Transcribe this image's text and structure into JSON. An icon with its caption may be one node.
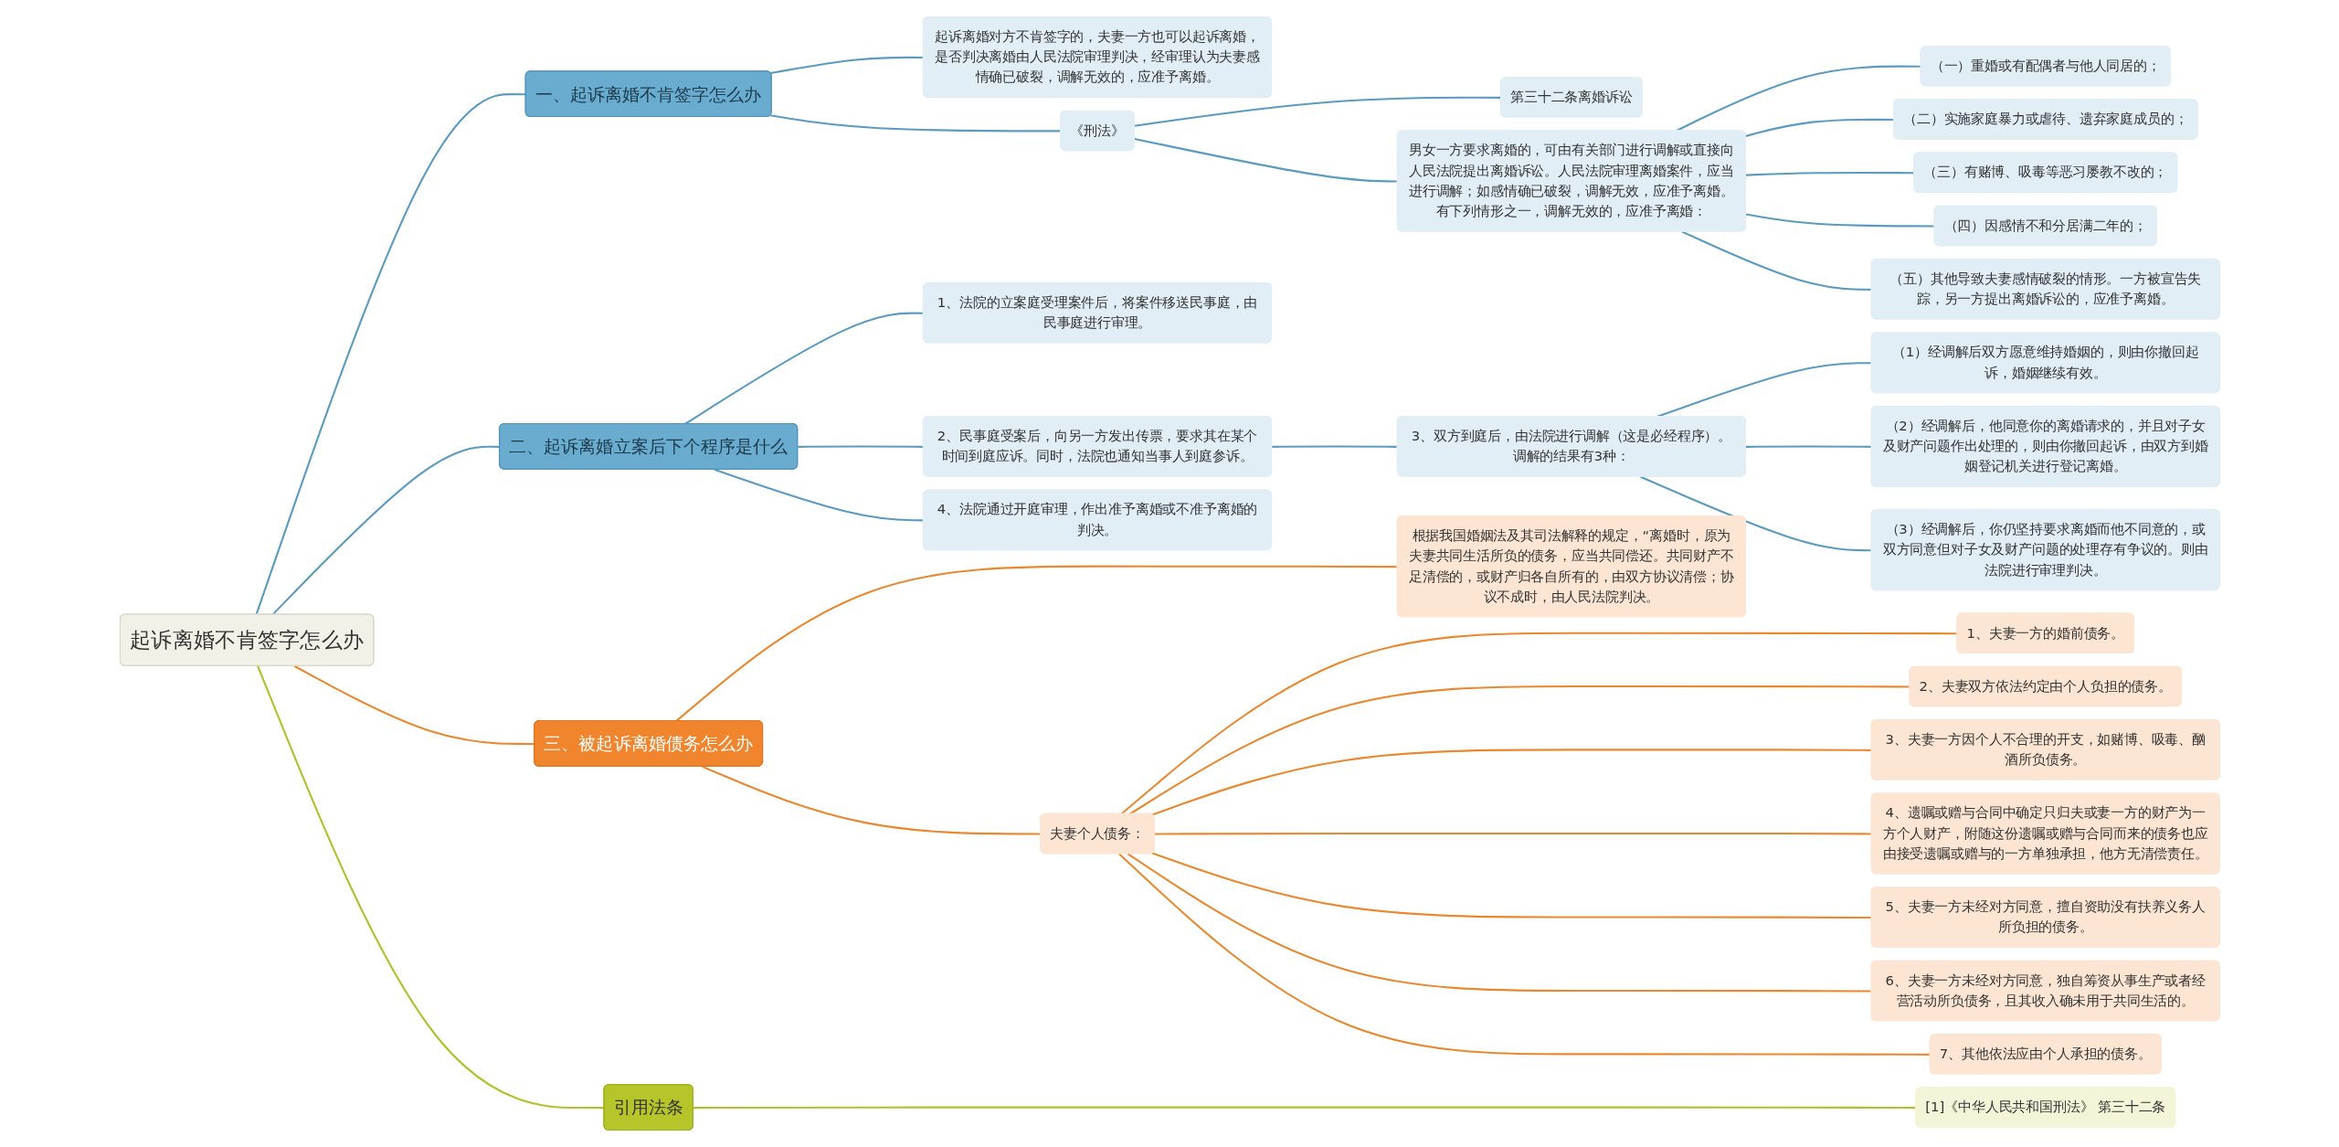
{
  "diagram": {
    "nodes": [
      {
        "text": [
          "起诉离婚不肯签字怎么办"
        ]
      },
      {
        "text": [
          "一、起诉离婚不肯签字怎么办"
        ]
      },
      {
        "text": [
          "起诉离婚对方不肯签字的，夫妻一方也可以起诉离婚，是否判决离婚由人民法院审理判决，经审理认为夫妻感情确已破裂，调解无效的，应准予离婚。"
        ]
      },
      {
        "text": [
          "《刑法》"
        ]
      },
      {
        "text": [
          "第三十二条离婚诉讼"
        ]
      },
      {
        "text": [
          "男女一方要求离婚的，可由有关部门进行调解或直接向人民法院提出离婚诉讼。人民法院审理离婚案件，应当进行调解；如感情确已破裂，调解无效，应准予离婚。有下列情形之一，调解无效的，应准予离婚："
        ]
      },
      {
        "text": [
          "（一）重婚或有配偶者与他人同居的；"
        ]
      },
      {
        "text": [
          "（二）实施家庭暴力或虐待、遗弃家庭成员的；"
        ]
      },
      {
        "text": [
          "（三）有赌博、吸毒等恶习屡教不改的；"
        ]
      },
      {
        "text": [
          "（四）因感情不和分居满二年的；"
        ]
      },
      {
        "text": [
          "（五）其他导致夫妻感情破裂的情形。一方被宣告失踪，另一方提出离婚诉讼的，应准予离婚。"
        ]
      },
      {
        "text": [
          "二、起诉离婚立案后下个程序是什么"
        ]
      },
      {
        "text": [
          "1、法院的立案庭受理案件后，将案件移送民事庭，由民事庭进行审理。"
        ]
      },
      {
        "text": [
          "2、民事庭受案后，向另一方发出传票，要求其在某个时间到庭应诉。同时，法院也通知当事人到庭参诉。"
        ]
      },
      {
        "text": [
          "3、双方到庭后，由法院进行调解（这是必经程序）。调解的结果有3种："
        ]
      },
      {
        "text": [
          "（1）经调解后双方愿意维持婚姻的，则由你撤回起诉，婚姻继续有效。"
        ]
      },
      {
        "text": [
          "（2）经调解后，他同意你的离婚请求的，并且对子女及财产问题作出处理的，则由你撤回起诉，由双方到婚姻登记机关进行登记离婚。"
        ]
      },
      {
        "text": [
          "（3）经调解后，你仍坚持要求离婚而他不同意的，或双方同意但对子女及财产问题的处理存有争议的。则由法院进行审理判决。"
        ]
      },
      {
        "text": [
          "4、法院通过开庭审理，作出准予离婚或不准予离婚的判决。"
        ]
      },
      {
        "text": [
          "三、被起诉离婚债务怎么办"
        ]
      },
      {
        "text": [
          "根据我国婚姻法及其司法解释的规定，“离婚时，原为夫妻共同生活所负的债务，应当共同偿还。共同财产不足清偿的，或财产归各自所有的，由双方协议清偿；协议不成时，由人民法院判决。"
        ]
      },
      {
        "text": [
          "夫妻个人债务："
        ]
      },
      {
        "text": [
          "1、夫妻一方的婚前债务。"
        ]
      },
      {
        "text": [
          "2、夫妻双方依法约定由个人负担的债务。"
        ]
      },
      {
        "text": [
          "3、夫妻一方因个人不合理的开支，如赌博、吸毒、酗酒所负债务。"
        ]
      },
      {
        "text": [
          "4、遗嘱或赠与合同中确定只归夫或妻一方的财产为一方个人财产，附随这份遗嘱或赠与合同而来的债务也应由接受遗嘱或赠与的一方单独承担，他方无清偿责任。"
        ]
      },
      {
        "text": [
          "5、夫妻一方未经对方同意，擅自资助没有扶养义务人所负担的债务。"
        ]
      },
      {
        "text": [
          "6、夫妻一方未经对方同意，独自筹资从事生产或者经营活动所负债务，且其收入确未用于共同生活的。"
        ]
      },
      {
        "text": [
          "7、其他依法应由个人承担的债务。"
        ]
      },
      {
        "text": [
          "引用法条"
        ]
      },
      {
        "text": [
          "[1]《中华人民共和国刑法》 第三十二条"
        ]
      }
    ],
    "edges": [
      {
        "from": 0,
        "to": 1,
        "arrow": "none"
      },
      {
        "from": 1,
        "to": 2,
        "arrow": "none"
      },
      {
        "from": 1,
        "to": 3,
        "arrow": "none"
      },
      {
        "from": 3,
        "to": 4,
        "arrow": "none"
      },
      {
        "from": 3,
        "to": 5,
        "arrow": "none"
      },
      {
        "from": 5,
        "to": 6,
        "arrow": "none"
      },
      {
        "from": 5,
        "to": 7,
        "arrow": "none"
      },
      {
        "from": 5,
        "to": 8,
        "arrow": "none"
      },
      {
        "from": 5,
        "to": 9,
        "arrow": "none"
      },
      {
        "from": 5,
        "to": 10,
        "arrow": "none"
      },
      {
        "from": 0,
        "to": 11,
        "arrow": "none"
      },
      {
        "from": 11,
        "to": 12,
        "arrow": "none"
      },
      {
        "from": 11,
        "to": 13,
        "arrow": "none"
      },
      {
        "from": 13,
        "to": 14,
        "arrow": "none"
      },
      {
        "from": 14,
        "to": 15,
        "arrow": "none"
      },
      {
        "from": 14,
        "to": 16,
        "arrow": "none"
      },
      {
        "from": 14,
        "to": 17,
        "arrow": "none"
      },
      {
        "from": 11,
        "to": 18,
        "arrow": "none"
      },
      {
        "from": 0,
        "to": 19,
        "arrow": "none",
        "color": "#e8892f"
      },
      {
        "from": 19,
        "to": 20,
        "arrow": "none",
        "color": "#e8892f"
      },
      {
        "from": 19,
        "to": 21,
        "arrow": "none",
        "color": "#e8892f"
      },
      {
        "from": 21,
        "to": 22,
        "arrow": "none",
        "color": "#e8892f"
      },
      {
        "from": 21,
        "to": 23,
        "arrow": "none",
        "color": "#e8892f"
      },
      {
        "from": 21,
        "to": 24,
        "arrow": "none",
        "color": "#e8892f"
      },
      {
        "from": 21,
        "to": 25,
        "arrow": "none",
        "color": "#e8892f"
      },
      {
        "from": 21,
        "to": 26,
        "arrow": "none",
        "color": "#e8892f"
      },
      {
        "from": 21,
        "to": 27,
        "arrow": "none",
        "color": "#e8892f"
      },
      {
        "from": 21,
        "to": 28,
        "arrow": "none",
        "color": "#e8892f"
      },
      {
        "from": 0,
        "to": 29,
        "arrow": "none",
        "color": "#b3c02c"
      },
      {
        "from": 29,
        "to": 30,
        "arrow": "none",
        "color": "#b3c02c"
      }
    ]
  }
}
